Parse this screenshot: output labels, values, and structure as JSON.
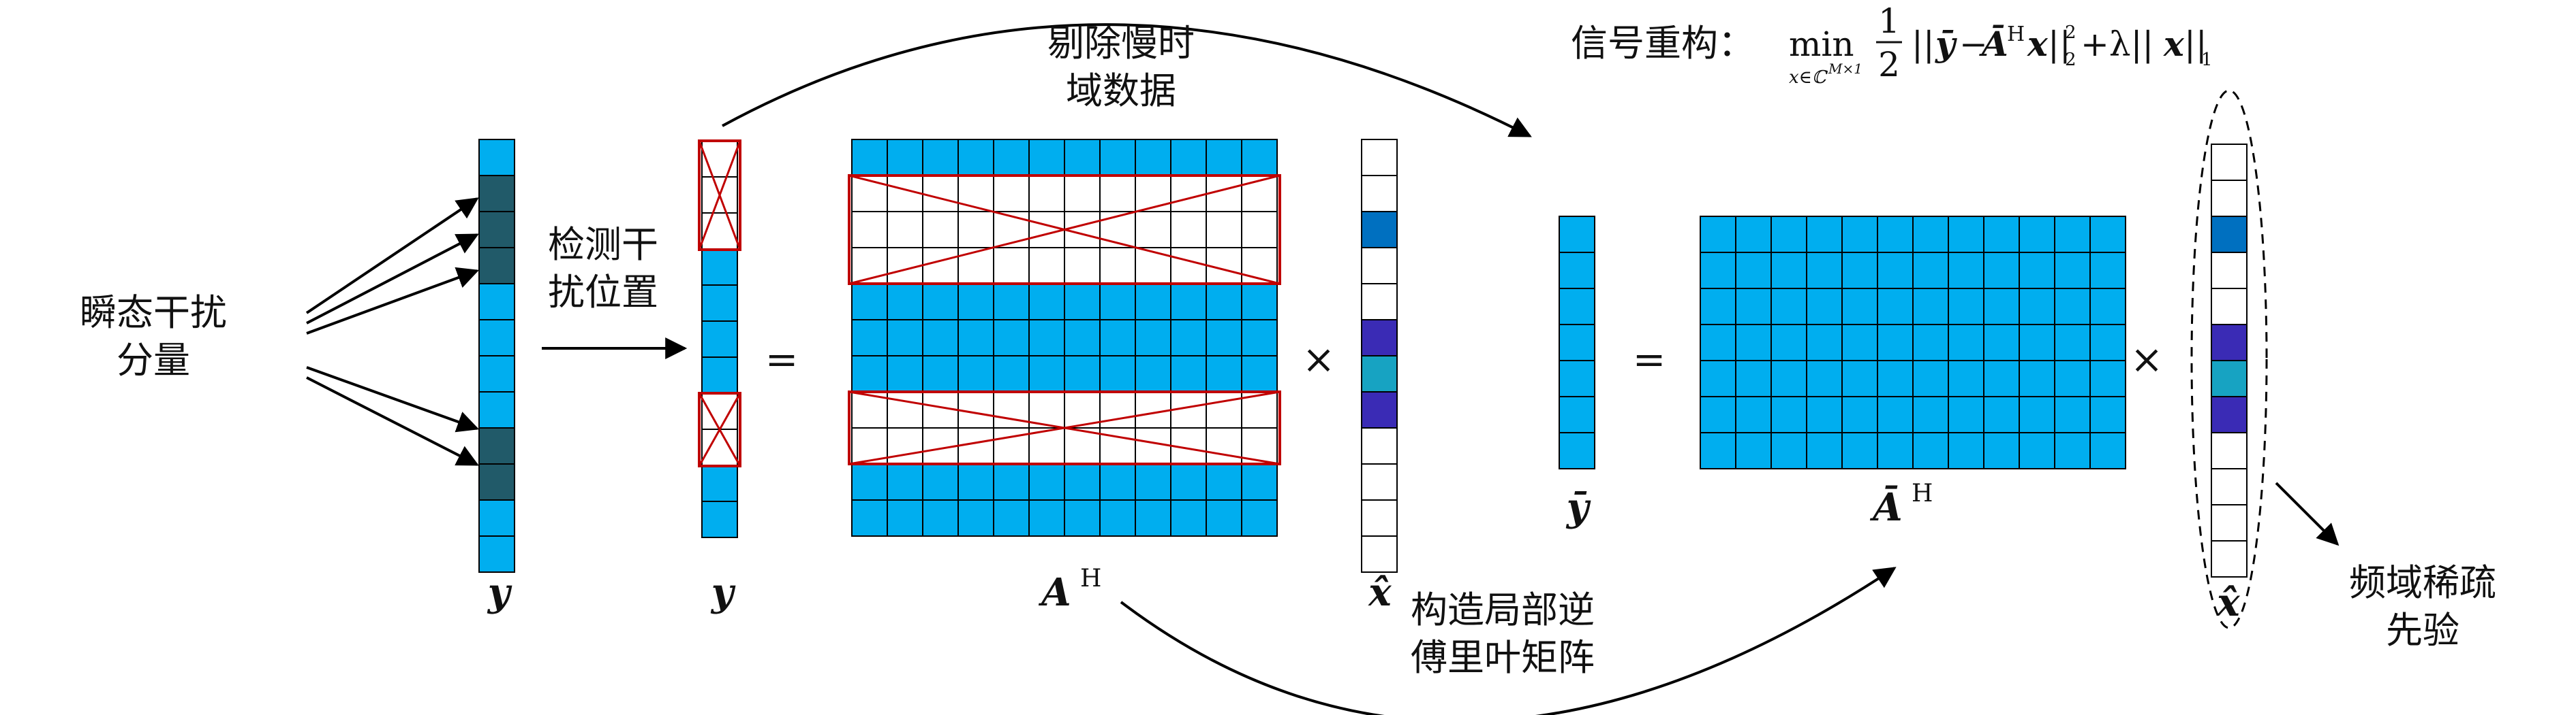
{
  "labels": {
    "transient": [
      "瞬态干扰",
      "分量"
    ],
    "detect": [
      "检测干",
      "扰位置"
    ],
    "remove": [
      "剔除慢时",
      "域数据"
    ],
    "construct": [
      "构造局部逆",
      "傅里叶矩阵"
    ],
    "freq_prior": [
      "频域稀疏",
      "先验"
    ],
    "recon_prefix": "信号重构：",
    "y": "y",
    "y_bar": "ȳ",
    "x_hat": "x̂",
    "A": "A",
    "A_bar": "Ā",
    "H": "H",
    "eq": "=",
    "times": "×"
  },
  "formula": {
    "min": "min",
    "sub": "x∈ℂ",
    "sub_sup": "M×1",
    "frac_num": "1",
    "frac_den": "2",
    "open": "||",
    "ybar": "ȳ",
    "minus": "−",
    "Abar": "Ā",
    "H": "H",
    "x": "x",
    "close": "||",
    "sq_sup": "2",
    "sq_sub": "2",
    "plus_lambda": "+λ||",
    "x2": "x",
    "close2": "||",
    "l1_sub": "1"
  },
  "colors": {
    "cyan": "#00AEEF",
    "dark_teal": "#215A69",
    "mid_blue": "#0070C0",
    "purple": "#3A2BB5",
    "teal": "#17A3C2",
    "red": "#C00000",
    "line": "#000000"
  },
  "vectors": {
    "y_rows": [
      "c",
      "d",
      "d",
      "d",
      "c",
      "c",
      "c",
      "c",
      "d",
      "d",
      "c",
      "c"
    ],
    "y_mid_rows": [
      "r",
      "r",
      "r",
      "c",
      "c",
      "c",
      "c",
      "r",
      "r",
      "c",
      "c"
    ],
    "x_hat_rows": [
      "w",
      "w",
      "b",
      "w",
      "w",
      "p",
      "t",
      "p",
      "w",
      "w",
      "w",
      "w"
    ],
    "y_bar_rows": [
      "c",
      "c",
      "c",
      "c",
      "c",
      "c",
      "c"
    ],
    "x_hat2_rows": [
      "w",
      "w",
      "b",
      "w",
      "w",
      "p",
      "t",
      "p",
      "w",
      "w",
      "w",
      "w"
    ]
  },
  "matrices": {
    "A_rows": [
      "c",
      "r",
      "r",
      "r",
      "c",
      "c",
      "c",
      "r",
      "r",
      "c",
      "c"
    ],
    "A_cols": 12,
    "A_bar_rows": 7,
    "A_bar_cols": 12
  }
}
